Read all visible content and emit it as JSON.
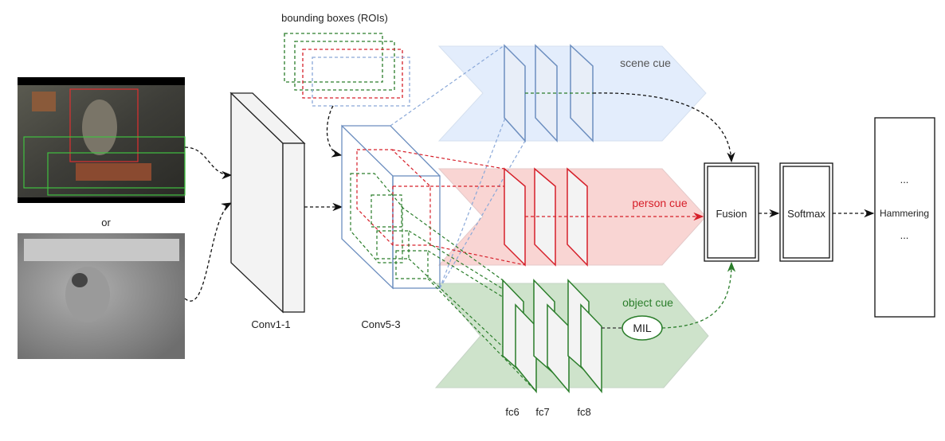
{
  "inputs": {
    "or_label": "or"
  },
  "rois": {
    "label": "bounding boxes (ROIs)"
  },
  "layers": {
    "conv1": "Conv1-1",
    "conv5": "Conv5-3",
    "fc6": "fc6",
    "fc7": "fc7",
    "fc8": "fc8"
  },
  "cues": {
    "scene": "scene cue",
    "person": "person cue",
    "object": "object cue"
  },
  "mil": "MIL",
  "fusion": "Fusion",
  "softmax": "Softmax",
  "output": {
    "top": "...",
    "class": "Hammering",
    "bottom": "..."
  },
  "colors": {
    "scene": "#6c8ebf",
    "person": "#d6202a",
    "object": "#2a7d2a",
    "scene_fill": "#dae8fc",
    "person_fill": "#f8cecc",
    "object_fill": "#c9e0c6"
  }
}
